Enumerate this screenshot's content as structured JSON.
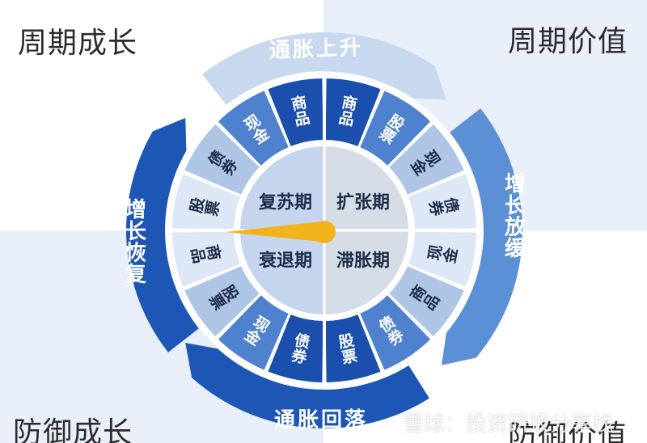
{
  "quadrants": {
    "top_left": "周期成长",
    "top_right": "周期价值",
    "bottom_left": "防御成长",
    "bottom_right": "防御价值"
  },
  "arcs": {
    "top": "通胀上升",
    "right": "增长放缓",
    "bottom": "通胀回落",
    "left": "增长恢复"
  },
  "phases": {
    "top_left": "复苏期",
    "top_right": "扩张期",
    "bottom_left": "衰退期",
    "bottom_right": "滞胀期"
  },
  "assets": {
    "top_left": [
      "股票",
      "债券",
      "现金",
      "商品"
    ],
    "top_right": [
      "商品",
      "股票",
      "现金",
      "债券"
    ],
    "bottom_right": [
      "现金",
      "商品",
      "债券",
      "股票"
    ],
    "bottom_left": [
      "债券",
      "现金",
      "股票",
      "商品"
    ]
  },
  "watermark": "雪球：投资研报分享栈",
  "colors": {
    "background_light": "#e9eff8",
    "outer_ring": "#ffffff",
    "arc_light": "#c8d8ef",
    "arc_mid": "#5b8fd6",
    "arc_dark": "#1d56b5",
    "segment_1": "#dde7f5",
    "segment_2": "#aec5e6",
    "segment_3": "#4e82cf",
    "segment_4": "#1a4fad",
    "inner_top_left": "#c5d5ee",
    "inner_right": "#d6dce5",
    "pointer": "#f2b21a",
    "text_dark": "#1c2d4a"
  }
}
